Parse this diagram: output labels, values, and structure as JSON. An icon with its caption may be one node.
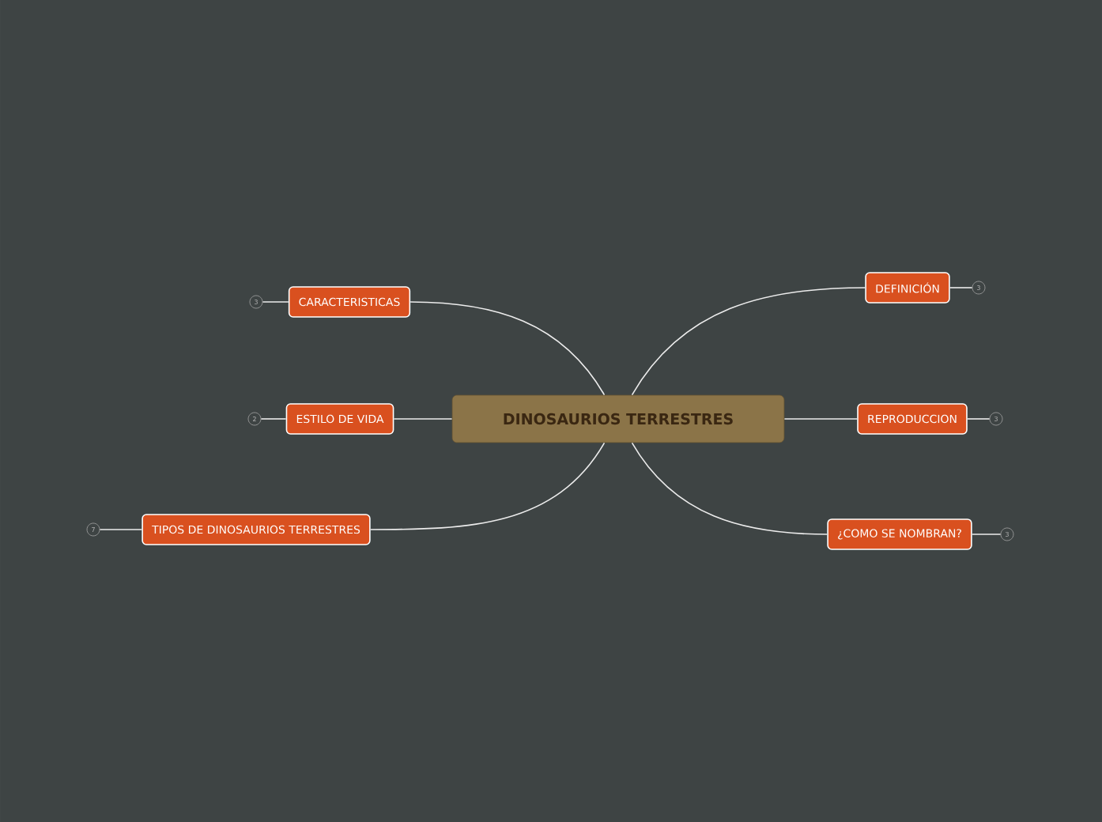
{
  "diagram": {
    "nodes": [
      {
        "text": [
          "DINOSAURIOS TERRESTRES"
        ]
      },
      {
        "text": [
          "DEFINICIÓN"
        ]
      },
      {
        "text": [
          "REPRODUCCION"
        ]
      },
      {
        "text": [
          "¿COMO SE NOMBRAN?"
        ]
      },
      {
        "text": [
          "CARACTERISTICAS"
        ]
      },
      {
        "text": [
          "ESTILO DE VIDA"
        ]
      },
      {
        "text": [
          "TIPOS DE DINOSAURIOS TERRESTRES"
        ]
      },
      {
        "text": [
          "3"
        ]
      },
      {
        "text": [
          "3"
        ]
      },
      {
        "text": [
          "3"
        ]
      },
      {
        "text": [
          "3"
        ]
      },
      {
        "text": [
          "2"
        ]
      },
      {
        "text": [
          "7"
        ]
      }
    ],
    "edges": [
      {
        "from": 0,
        "to": 1,
        "arrow": "none"
      },
      {
        "from": 0,
        "to": 2,
        "arrow": "none"
      },
      {
        "from": 0,
        "to": 3,
        "arrow": "none"
      },
      {
        "from": 0,
        "to": 4,
        "arrow": "none"
      },
      {
        "from": 0,
        "to": 5,
        "arrow": "none"
      },
      {
        "from": 0,
        "to": 6,
        "arrow": "none"
      },
      {
        "from": 1,
        "to": 7,
        "arrow": "none"
      },
      {
        "from": 2,
        "to": 8,
        "arrow": "none"
      },
      {
        "from": 3,
        "to": 9,
        "arrow": "none"
      },
      {
        "from": 4,
        "to": 10,
        "arrow": "none"
      },
      {
        "from": 5,
        "to": 11,
        "arrow": "none"
      },
      {
        "from": 6,
        "to": 12,
        "arrow": "none"
      }
    ]
  }
}
